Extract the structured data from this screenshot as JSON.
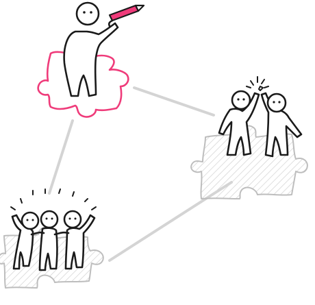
{
  "illustration": {
    "colors": {
      "background": "#ffffff",
      "ink": "#1a1a1a",
      "accent": "#ef3b7a",
      "connector": "#d4d4d4",
      "puzzle_outline": "#bdbdbd",
      "puzzle_hatch": "#d6d6d6"
    },
    "nodes": [
      {
        "name": "person-with-pencil",
        "puzzle_piece": "highlighted"
      },
      {
        "name": "high-five-pair",
        "puzzle_piece": "gray"
      },
      {
        "name": "cheering-group",
        "puzzle_piece": "gray"
      }
    ],
    "icons": [
      "pencil-icon",
      "puzzle-piece-icon",
      "sparkle-icon",
      "stick-figure-icon"
    ]
  }
}
